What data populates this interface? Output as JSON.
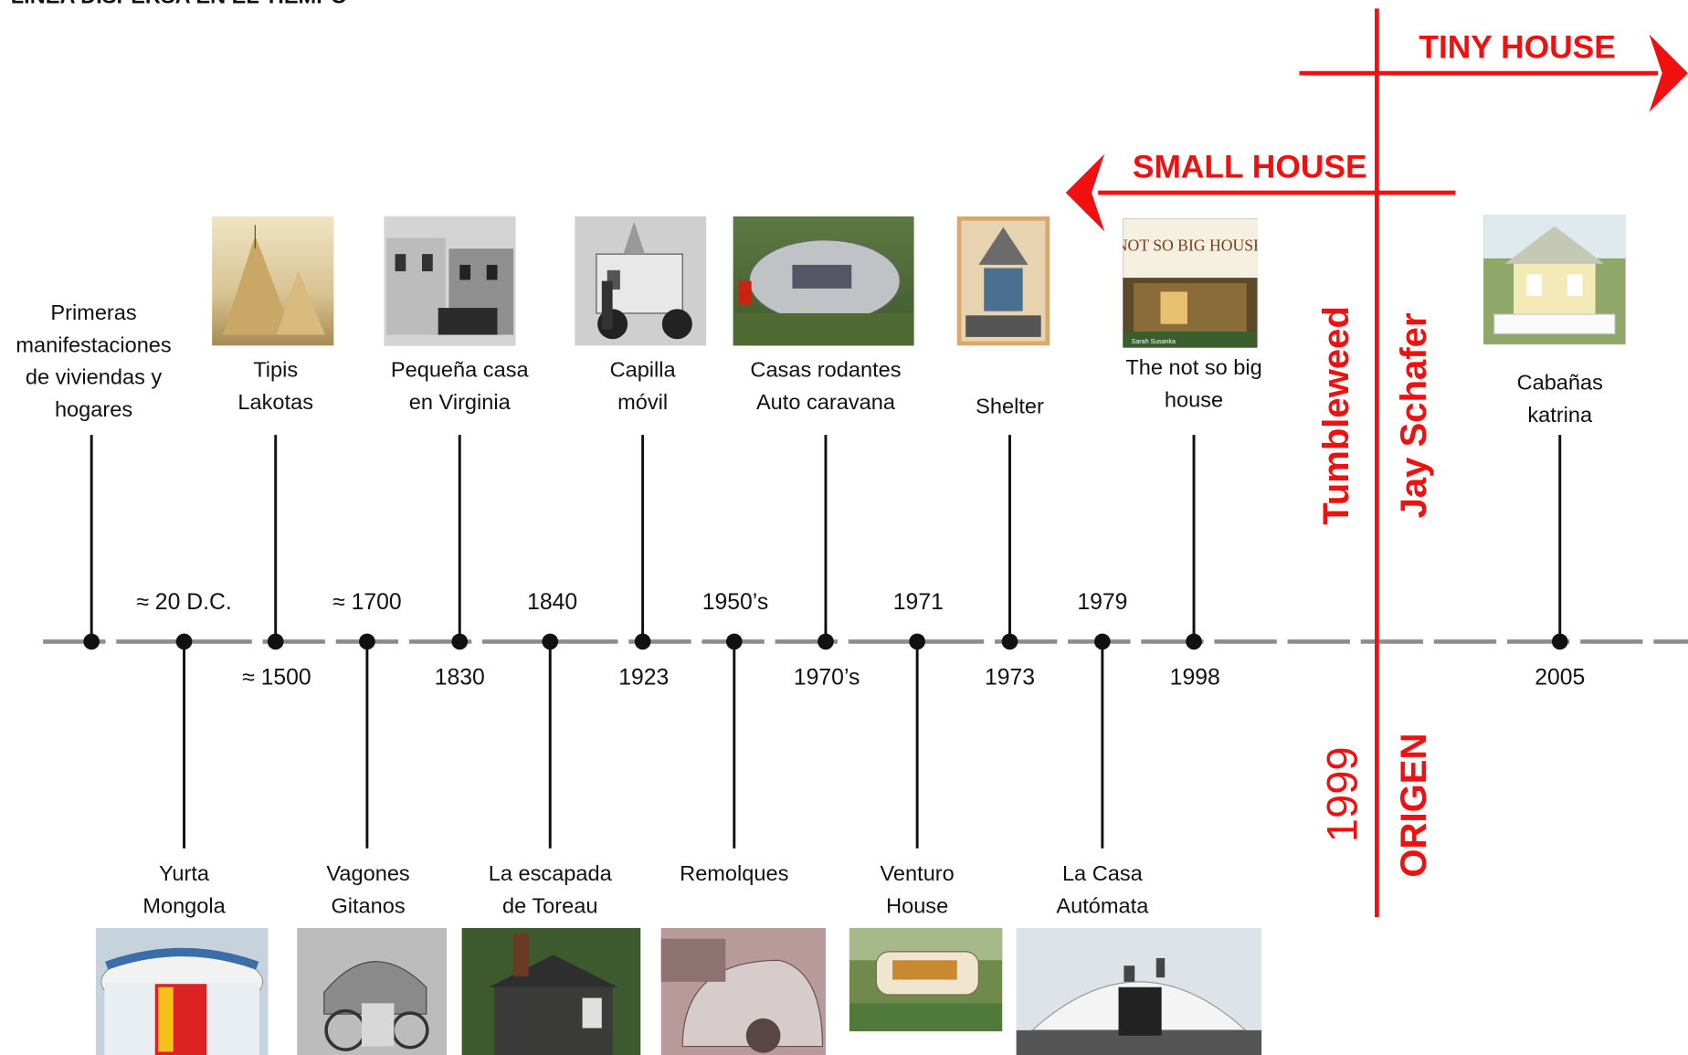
{
  "header": {
    "title": "LINEA DISPERSA EN EL TIEMPO"
  },
  "events": [
    {
      "id": "e1",
      "label": "Primeras\nmanifestaciones\nde viviendas y\nhogares",
      "date": "",
      "side": "top"
    },
    {
      "id": "e2",
      "label": "Yurta\nMongola",
      "date": "≈ 20 D.C.",
      "side": "bottom",
      "image": "yurt-photo"
    },
    {
      "id": "e3",
      "label": "Tipis\nLakotas",
      "date": "≈ 1500",
      "side": "top",
      "image": "tipi-painting"
    },
    {
      "id": "e4",
      "label": "Vagones\nGitanos",
      "date": "≈ 1700",
      "side": "bottom",
      "image": "gypsy-wagon-photo"
    },
    {
      "id": "e5",
      "label": "Pequeña casa\nen Virginia",
      "date": "1830",
      "side": "top",
      "image": "virginia-houses-photo"
    },
    {
      "id": "e6",
      "label": "La escapada\nde Toreau",
      "date": "1840",
      "side": "bottom",
      "image": "thoreau-cabin-photo"
    },
    {
      "id": "e7",
      "label": "Capilla\nmóvil",
      "date": "1923",
      "side": "top",
      "image": "mobile-chapel-photo"
    },
    {
      "id": "e8",
      "label": "Remolques",
      "date": "1950’s",
      "side": "bottom",
      "image": "trailer-photo"
    },
    {
      "id": "e9",
      "label": "Casas rodantes\nAuto caravana",
      "date": "1970’s",
      "side": "top",
      "image": "caravan-photo"
    },
    {
      "id": "e10",
      "label": "Venturo\nHouse",
      "date": "1971",
      "side": "bottom",
      "image": "venturo-photo"
    },
    {
      "id": "e11",
      "label": "Shelter",
      "date": "1973",
      "side": "top",
      "image": "shelter-book-cover"
    },
    {
      "id": "e12",
      "label": "La Casa\nAutómata",
      "date": "1979",
      "side": "bottom",
      "image": "automata-house-photo"
    },
    {
      "id": "e13",
      "label": "The not so big\nhouse",
      "date": "1998",
      "side": "top",
      "image": "not-so-big-house-cover"
    },
    {
      "id": "e14",
      "label": "Cabañas\nkatrina",
      "date": "2005",
      "side": "top",
      "image": "katrina-cottage-photo"
    }
  ],
  "book_cover": {
    "title": "NOT SO BIG HOUSE",
    "author": "Sarah Susanka"
  },
  "annotations": {
    "tiny_house": "TINY HOUSE",
    "small_house": "SMALL HOUSE",
    "tumbleweed": "Tumbleweed",
    "jay_schafer": "Jay Schafer",
    "year": "1999",
    "origen": "ORIGEN"
  },
  "colors": {
    "accent": "#f01010",
    "axis": "#8c8c8c",
    "stem": "#111111"
  }
}
